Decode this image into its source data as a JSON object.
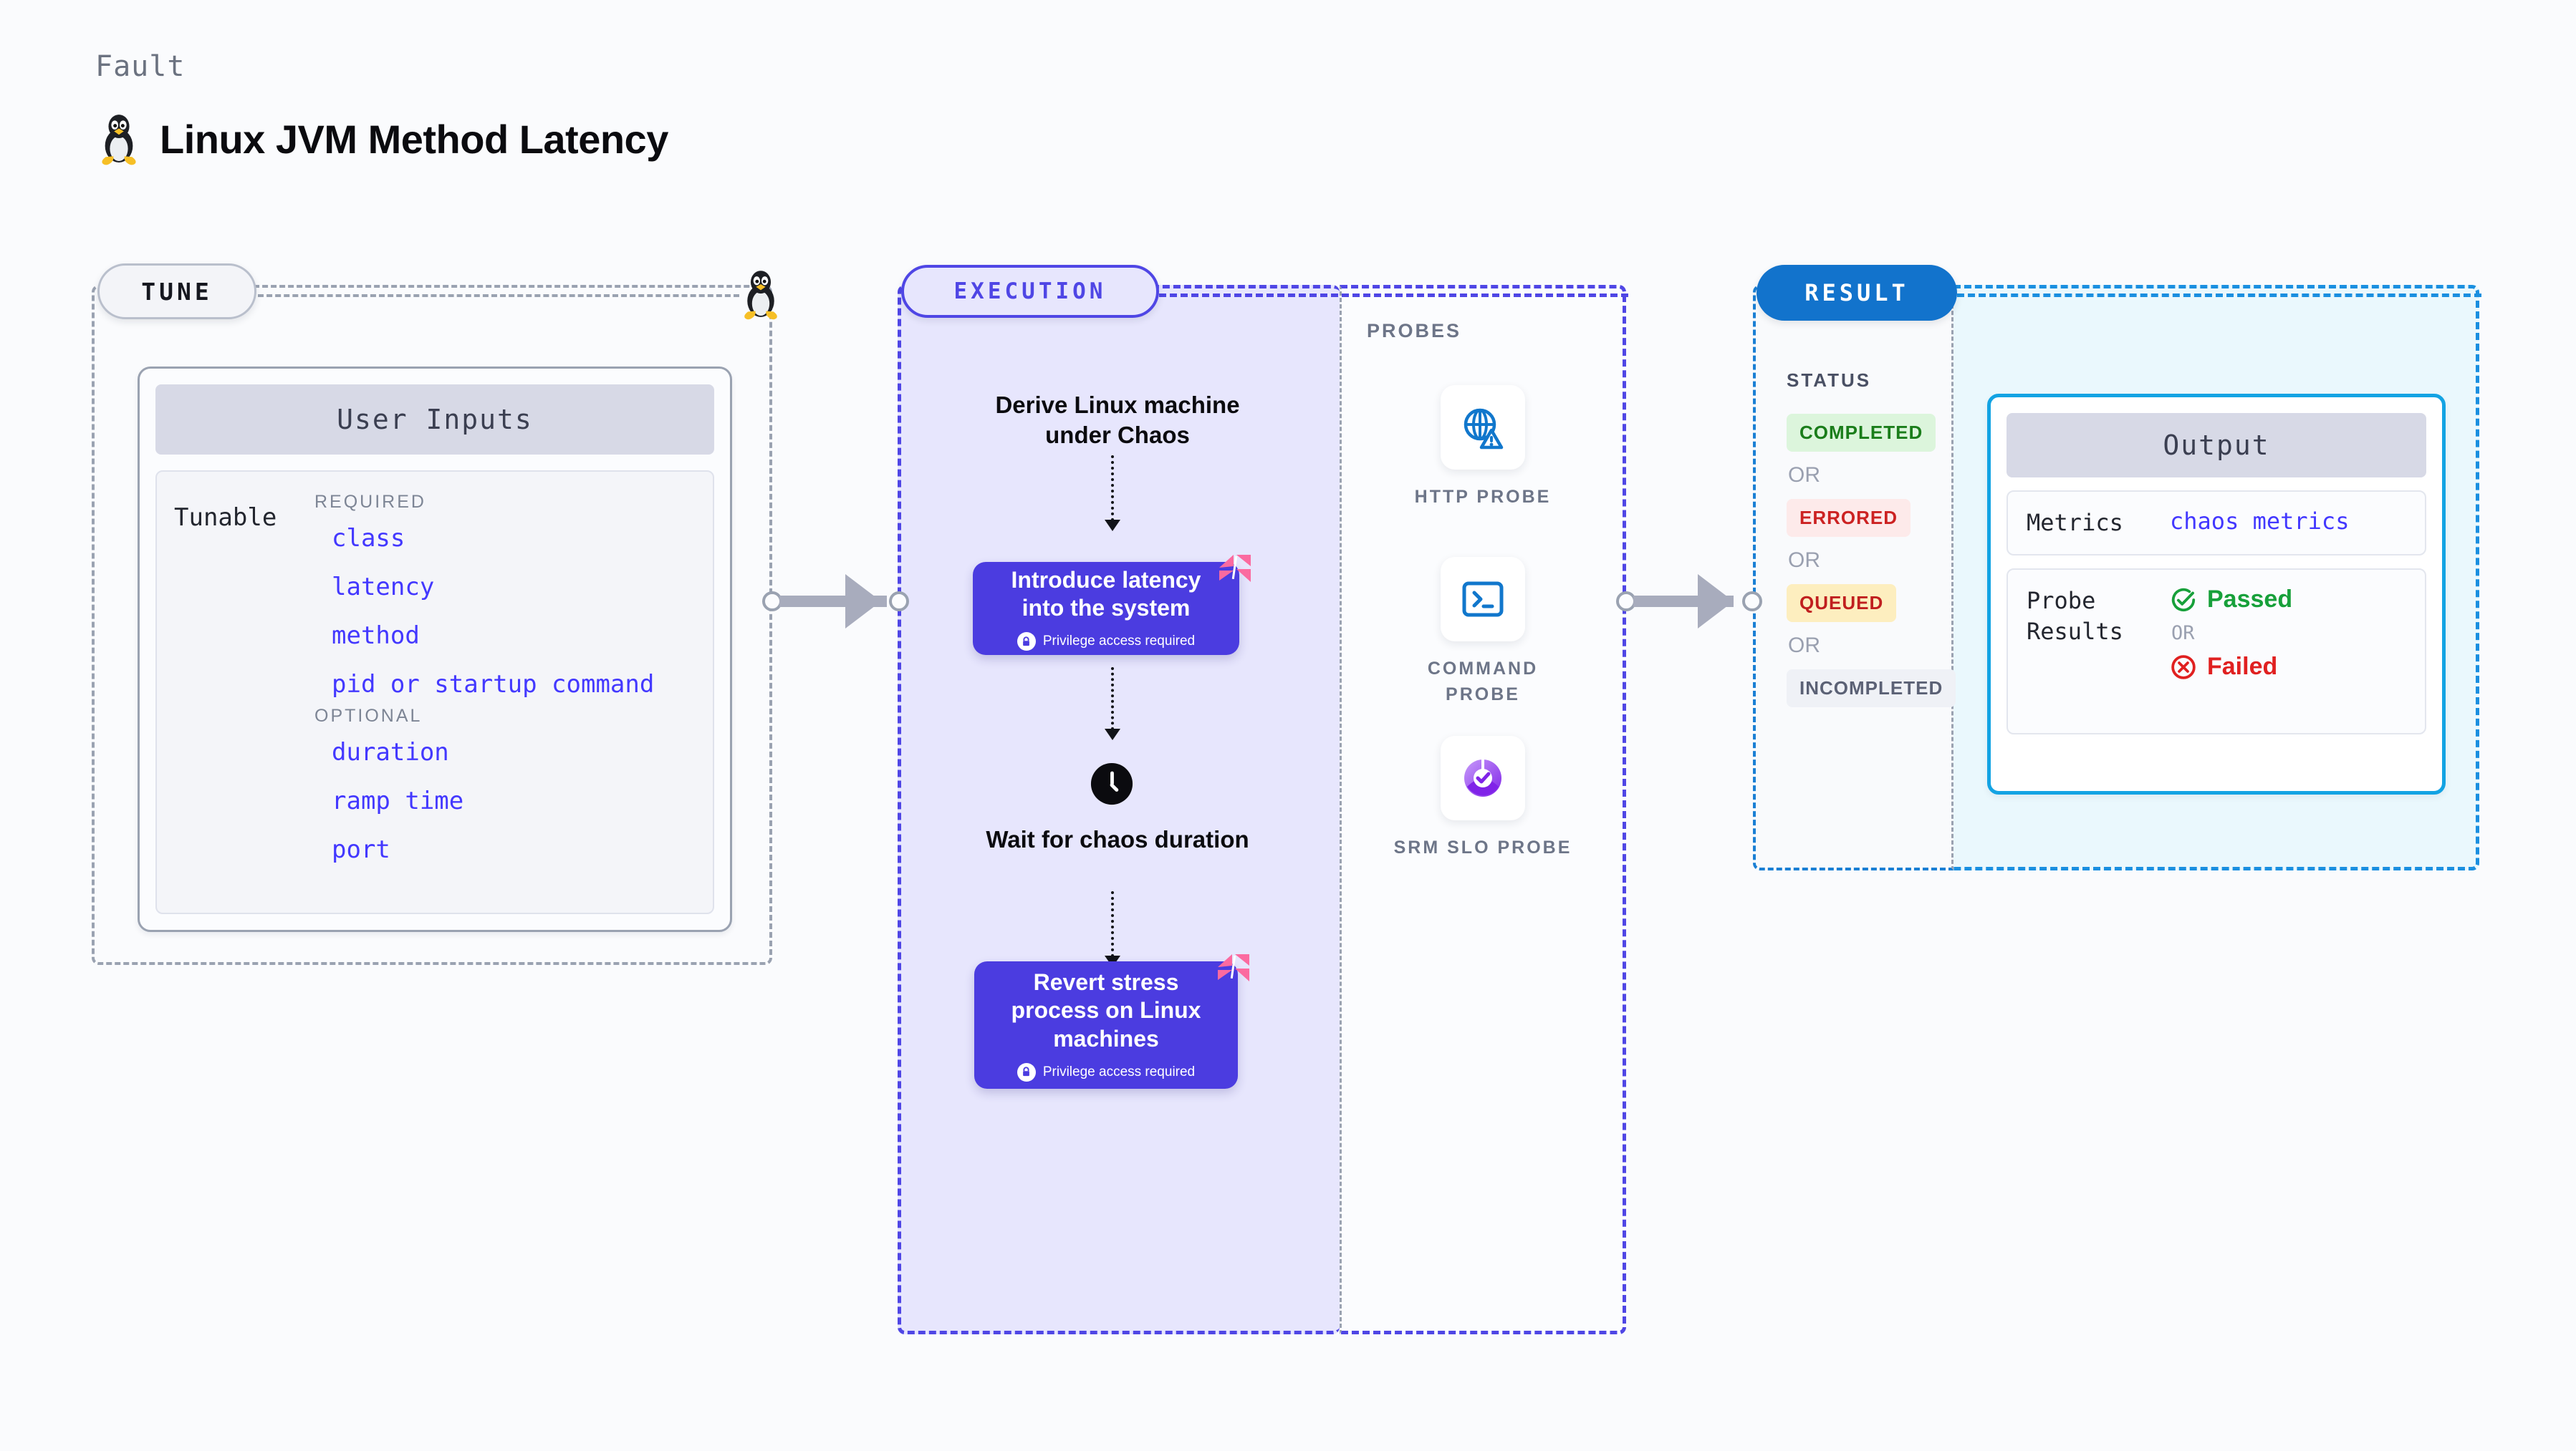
{
  "header": {
    "kicker": "Fault",
    "title": "Linux JVM Method Latency",
    "icon": "linux-penguin-icon"
  },
  "tune": {
    "pill": "TUNE",
    "card_title": "User Inputs",
    "tunable_label": "Tunable",
    "groups": [
      {
        "label": "REQUIRED",
        "fields": [
          "class",
          "latency",
          "method",
          "pid or startup command"
        ]
      },
      {
        "label": "OPTIONAL",
        "fields": [
          "duration",
          "ramp time",
          "port"
        ]
      }
    ]
  },
  "execution": {
    "pill": "EXECUTION",
    "steps": [
      {
        "kind": "text",
        "label": "Derive Linux machine under Chaos"
      },
      {
        "kind": "action",
        "label": "Introduce latency into the system",
        "note": "Privilege access required",
        "badge": "harness-logo-icon",
        "lock": "lock-icon"
      },
      {
        "kind": "wait",
        "label": "Wait for chaos duration",
        "icon": "clock-icon"
      },
      {
        "kind": "action",
        "label": "Revert stress process on Linux machines",
        "note": "Privilege access required",
        "badge": "harness-logo-icon",
        "lock": "lock-icon"
      }
    ]
  },
  "probes": {
    "label": "PROBES",
    "items": [
      {
        "name": "HTTP PROBE",
        "icon": "globe-warning-icon"
      },
      {
        "name": "COMMAND PROBE",
        "icon": "terminal-icon"
      },
      {
        "name": "SRM SLO PROBE",
        "icon": "slo-check-icon"
      }
    ]
  },
  "result": {
    "pill": "RESULT",
    "status_label": "STATUS",
    "or_label": "OR",
    "statuses": [
      {
        "label": "COMPLETED",
        "bg": "#dcf5dc",
        "fg": "#1a7d1a"
      },
      {
        "label": "ERRORED",
        "bg": "#fdeaea",
        "fg": "#cc2222"
      },
      {
        "label": "QUEUED",
        "bg": "#fdeebf",
        "fg": "#c01f1f"
      },
      {
        "label": "INCOMPLETED",
        "bg": "#eff1f6",
        "fg": "#5b6175"
      }
    ],
    "output": {
      "title": "Output",
      "metrics_key": "Metrics",
      "metrics_value": "chaos metrics",
      "probe_results_key": "Probe Results",
      "passed": "Passed",
      "or_label": "OR",
      "failed": "Failed",
      "passed_icon": "check-circle-icon",
      "failed_icon": "x-circle-icon"
    }
  },
  "connectors": {
    "tune_to_exec": "arrow-right",
    "probes_to_result": "arrow-right"
  },
  "colors": {
    "indigo": "#4f46e5",
    "action_purple": "#4b3ce0",
    "result_blue": "#1273cc",
    "cyan": "#13a3e3",
    "pink": "#fb6aa0",
    "mono_blue": "#4338ff"
  }
}
